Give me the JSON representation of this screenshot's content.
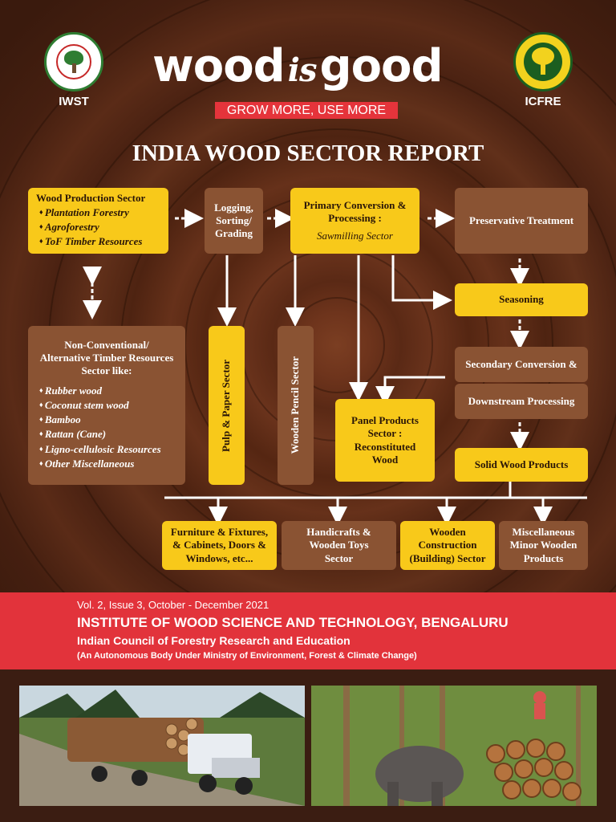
{
  "header": {
    "left_logo_caption": "IWST",
    "right_logo_caption": "ICFRE",
    "brand_wood": "wood",
    "brand_is": "is",
    "brand_good": "good",
    "tagline": "GROW MORE, USE MORE",
    "report_title": "INDIA WOOD SECTOR REPORT"
  },
  "flow": {
    "wood_production": {
      "title": "Wood Production Sector",
      "items": [
        "Plantation Forestry",
        "Agroforestry",
        "ToF Timber Resources"
      ]
    },
    "logging": "Logging, Sorting/ Grading",
    "primary_conversion": {
      "title": "Primary Conversion & Processing :",
      "sub": "Sawmilling Sector"
    },
    "preservative": "Preservative Treatment",
    "seasoning": "Seasoning",
    "non_conventional": {
      "title": "Non-Conventional/ Alternative Timber Resources Sector like:",
      "items": [
        "Rubber wood",
        "Coconut stem wood",
        "Bamboo",
        "Rattan (Cane)",
        "Ligno-cellulosic Resources",
        "Other Miscellaneous"
      ]
    },
    "pulp_paper": "Pulp & Paper Sector",
    "wooden_pencil": "Wooden Pencil Sector",
    "panel_products": "Panel Products Sector : Reconstituted Wood",
    "secondary_conversion": "Secondary Conversion &",
    "downstream": "Downstream Processing",
    "solid_wood": "Solid Wood Products",
    "outputs": [
      "Furniture & Fixtures, & Cabinets, Doors & Windows, etc...",
      "Handicrafts & Wooden Toys Sector",
      "Wooden Construction (Building) Sector",
      "Miscellaneous Minor Wooden Products"
    ]
  },
  "footer": {
    "issue": "Vol. 2, Issue 3, October - December 2021",
    "institute": "INSTITUTE OF WOOD SCIENCE AND TECHNOLOGY, BENGALURU",
    "council": "Indian Council of Forestry Research and Education",
    "autonomous": "(An Autonomous Body Under Ministry of Environment, Forest & Climate Change)"
  },
  "colors": {
    "yellow_box": "#f8c91a",
    "brown_box": "#8a5333",
    "red_band": "#e2333b",
    "wood_dark": "#3b1d12"
  }
}
